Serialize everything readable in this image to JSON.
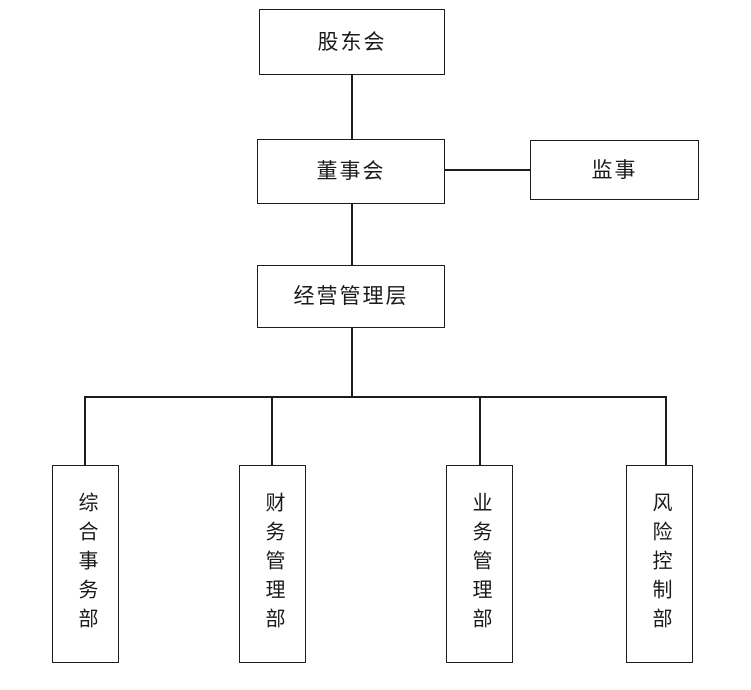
{
  "diagram": {
    "type": "organizational-chart",
    "title": "",
    "background_color": "#ffffff",
    "line_color": "#1c1c1c",
    "box_fill_color": "#ffffff",
    "text_color": "#1a1a1a",
    "levels": [
      {
        "level": 1,
        "nodes": [
          {
            "id": "shareholders",
            "label": "股东会",
            "orientation": "horizontal"
          }
        ]
      },
      {
        "level": 2,
        "nodes": [
          {
            "id": "board",
            "label": "董事会",
            "orientation": "horizontal"
          },
          {
            "id": "supervisor",
            "label": "监事",
            "orientation": "horizontal"
          }
        ]
      },
      {
        "level": 3,
        "nodes": [
          {
            "id": "management",
            "label": "经营管理层",
            "orientation": "horizontal"
          }
        ]
      },
      {
        "level": 4,
        "nodes": [
          {
            "id": "dept-0",
            "label": "综合事务部",
            "orientation": "vertical"
          },
          {
            "id": "dept-1",
            "label": "财务管理部",
            "orientation": "vertical"
          },
          {
            "id": "dept-2",
            "label": "业务管理部",
            "orientation": "vertical"
          },
          {
            "id": "dept-3",
            "label": "风险控制部",
            "orientation": "vertical"
          }
        ]
      }
    ],
    "connections": [
      {
        "id": "shareholders-board",
        "from": "shareholders",
        "to": "board",
        "style": "vertical"
      },
      {
        "id": "board-supervisor",
        "from": "board",
        "to": "supervisor",
        "style": "horizontal"
      },
      {
        "id": "board-management",
        "from": "board",
        "to": "management",
        "style": "vertical"
      },
      {
        "id": "management-departments",
        "from": "management",
        "to": "dept-0,dept-1,dept-2,dept-3",
        "style": "bus"
      }
    ]
  }
}
